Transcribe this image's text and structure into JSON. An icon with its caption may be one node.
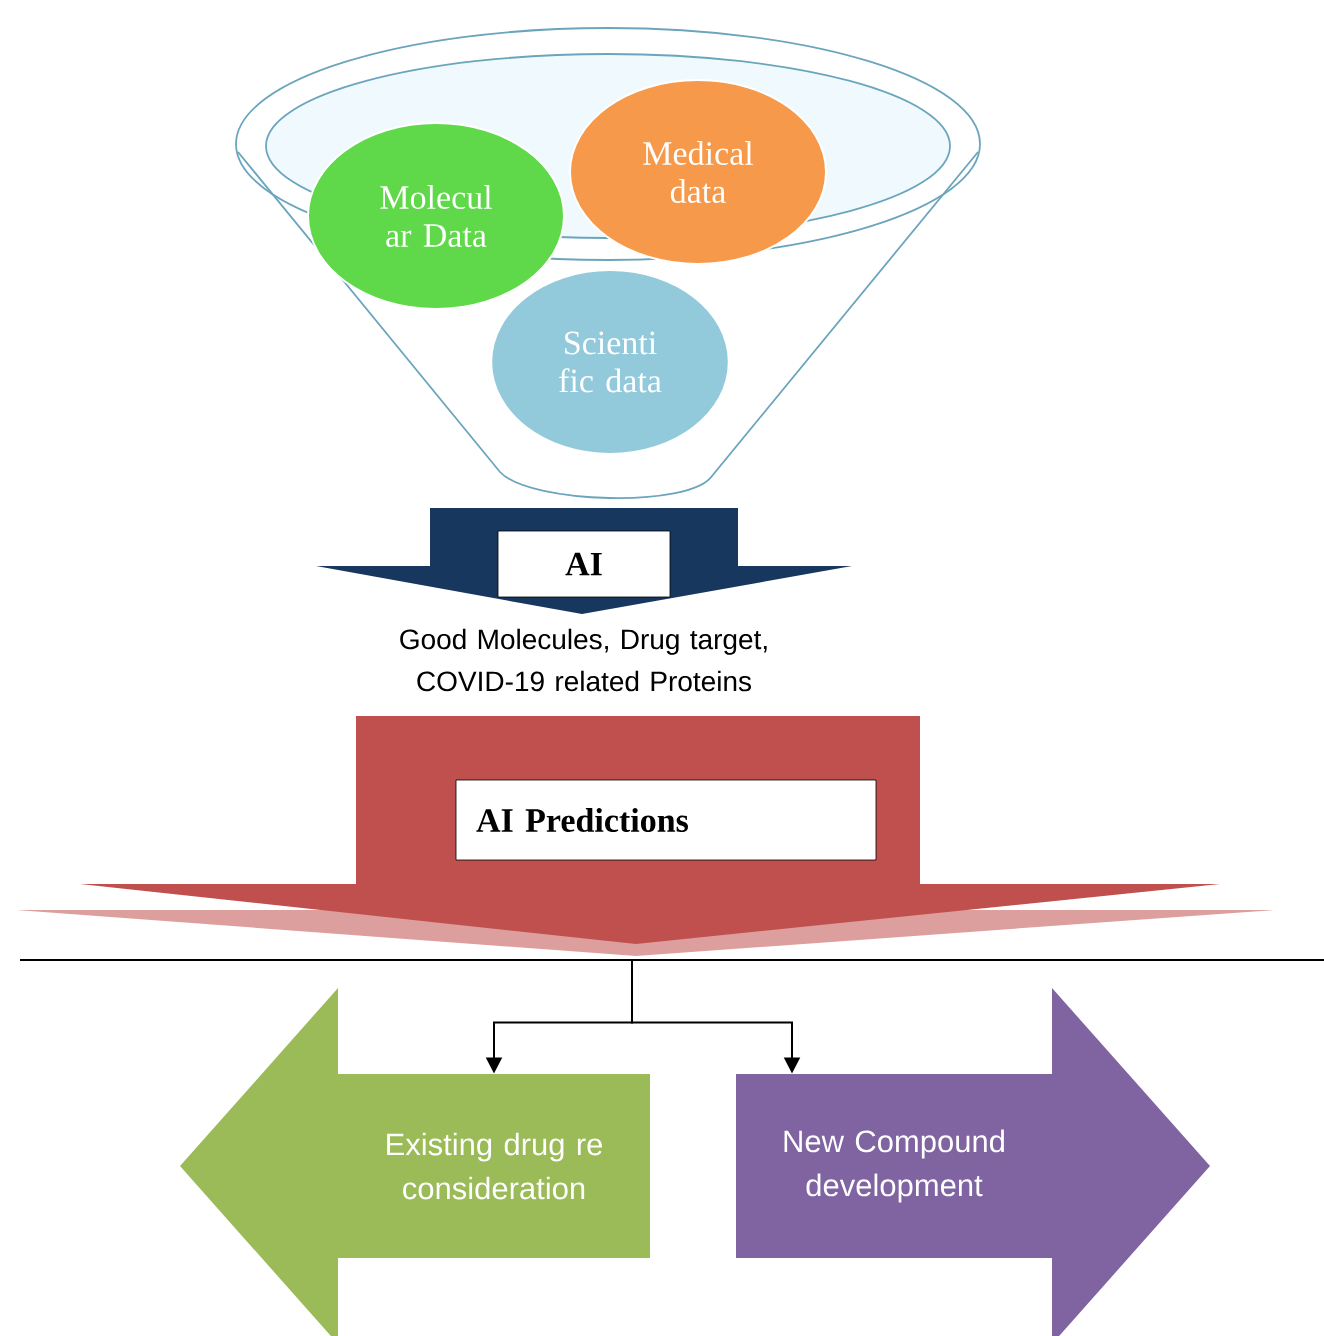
{
  "diagram": {
    "nodes": [
      {
        "text": [],
        "shape": "funnel"
      },
      {
        "text": [
          "Molecul ar Data"
        ],
        "in": 0
      },
      {
        "text": [
          "Medical data"
        ],
        "in": 0
      },
      {
        "text": [
          "Scienti fic data"
        ],
        "in": 0
      },
      {
        "text": [
          "AI"
        ]
      },
      {
        "text": [
          "AI Predictions"
        ]
      },
      {
        "text": [
          "Existing drug re consideration"
        ]
      },
      {
        "text": [
          "New Compound development"
        ]
      }
    ],
    "edges": [
      {
        "from": 5,
        "to": 6,
        "arrow": "to"
      },
      {
        "from": 5,
        "to": 7,
        "arrow": "to"
      }
    ],
    "labels": [
      "Good Molecules,  Drug target, COVID-19 related Proteins"
    ]
  }
}
